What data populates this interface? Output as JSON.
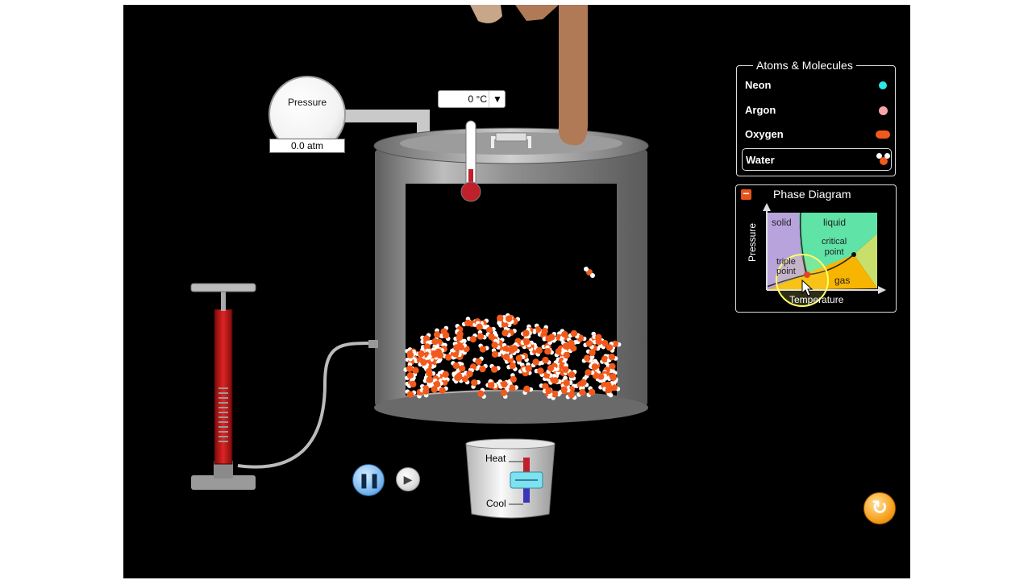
{
  "pressure_gauge": {
    "label": "Pressure",
    "readout": "0.0 atm"
  },
  "temperature": {
    "value": "0 °C",
    "dropdown_icon": "triangle-down-icon"
  },
  "atoms_panel": {
    "title": "Atoms & Molecules",
    "items": [
      {
        "name": "Neon",
        "color": "#2ee6e6"
      },
      {
        "name": "Argon",
        "color": "#f7a6a6"
      },
      {
        "name": "Oxygen",
        "color": "#f25a1c"
      },
      {
        "name": "Water",
        "color": "#f25a1c",
        "selected": true
      }
    ]
  },
  "phase_diagram": {
    "title": "Phase Diagram",
    "collapse_icon": "minus-icon",
    "ylabel": "Pressure",
    "xlabel": "Temperature",
    "regions": {
      "solid": "solid",
      "liquid": "liquid",
      "gas": "gas"
    },
    "points": {
      "triple_line1": "triple",
      "triple_line2": "point",
      "critical_line1": "critical",
      "critical_line2": "point"
    }
  },
  "heater": {
    "heat_label": "Heat",
    "cool_label": "Cool"
  },
  "controls": {
    "pause_icon": "pause-icon",
    "step_icon": "step-forward-icon",
    "reset_icon": "reset-icon"
  },
  "colors": {
    "oxygen": "#f25a1c",
    "hydrogen": "#ffffff",
    "accent": "#f7a11f"
  }
}
